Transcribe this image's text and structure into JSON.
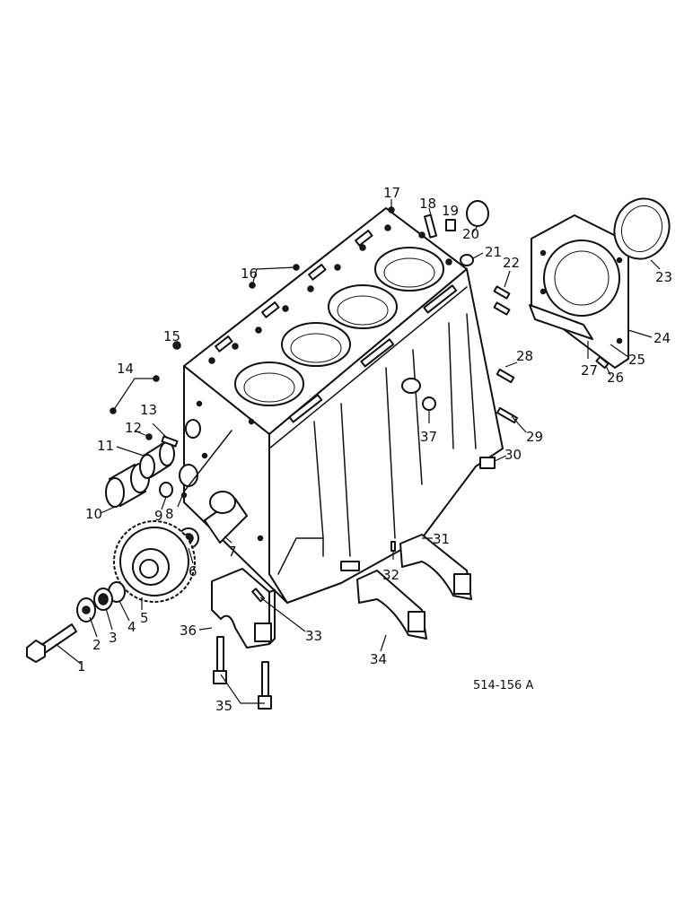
{
  "diagram": {
    "parts": [
      {
        "n": "1"
      },
      {
        "n": "2"
      },
      {
        "n": "3"
      },
      {
        "n": "4"
      },
      {
        "n": "5"
      },
      {
        "n": "6"
      },
      {
        "n": "7"
      },
      {
        "n": "8"
      },
      {
        "n": "9"
      },
      {
        "n": "10"
      },
      {
        "n": "11"
      },
      {
        "n": "12"
      },
      {
        "n": "13"
      },
      {
        "n": "14"
      },
      {
        "n": "15"
      },
      {
        "n": "16"
      },
      {
        "n": "17"
      },
      {
        "n": "18"
      },
      {
        "n": "19"
      },
      {
        "n": "20"
      },
      {
        "n": "21"
      },
      {
        "n": "22"
      },
      {
        "n": "23"
      },
      {
        "n": "24"
      },
      {
        "n": "25"
      },
      {
        "n": "26"
      },
      {
        "n": "27"
      },
      {
        "n": "28"
      },
      {
        "n": "29"
      },
      {
        "n": "30"
      },
      {
        "n": "31"
      },
      {
        "n": "32"
      },
      {
        "n": "33"
      },
      {
        "n": "34"
      },
      {
        "n": "35"
      },
      {
        "n": "36"
      },
      {
        "n": "37"
      }
    ],
    "drawing_code": "514-156 A"
  }
}
